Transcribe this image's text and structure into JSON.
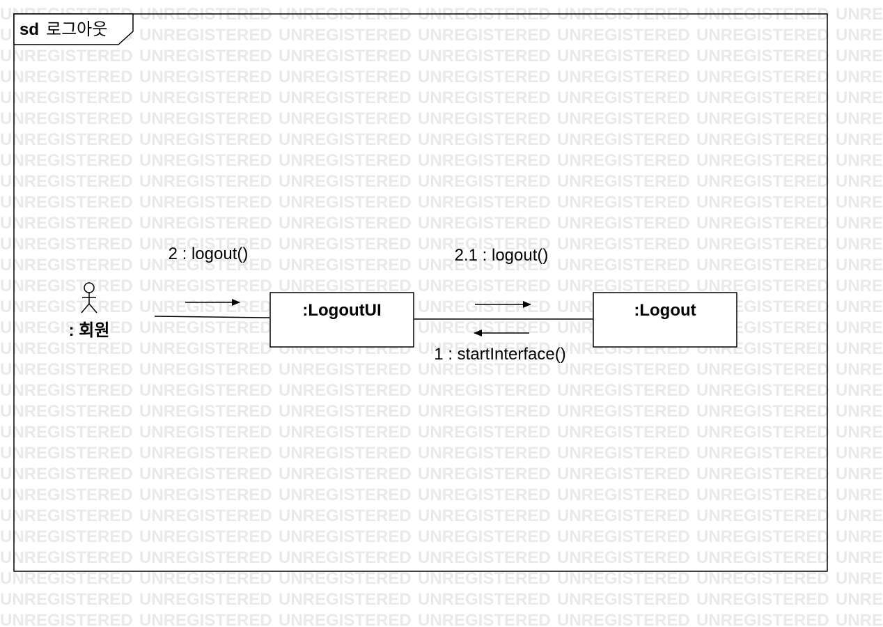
{
  "frame": {
    "keyword": "sd",
    "name": "로그아웃"
  },
  "watermark": "UNREGISTERED",
  "actor": {
    "label": ": 회원"
  },
  "objects": [
    {
      "id": "logout-ui",
      "label": ":LogoutUI"
    },
    {
      "id": "logout",
      "label": ":Logout"
    }
  ],
  "messages": [
    {
      "id": "msg-2",
      "label": "2 : logout()",
      "direction": "actor-to-logoutui"
    },
    {
      "id": "msg-2-1",
      "label": "2.1 : logout()",
      "direction": "logoutui-to-logout"
    },
    {
      "id": "msg-1",
      "label": "1 : startInterface()",
      "direction": "logout-to-logoutui"
    }
  ]
}
